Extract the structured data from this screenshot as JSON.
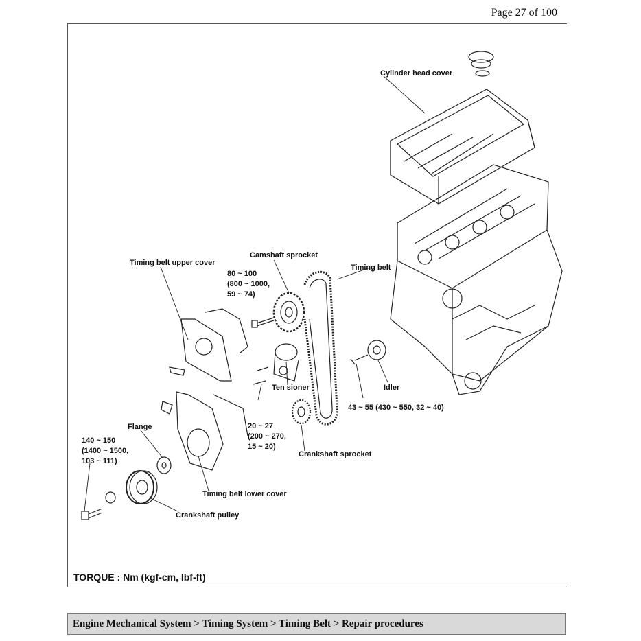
{
  "header": {
    "page_label": "Page 27 of 100"
  },
  "figure": {
    "labels": {
      "cylinder_head_cover": "Cylinder head cover",
      "timing_belt_upper_cover": "Timing belt upper cover",
      "camshaft_sprocket": "Camshaft sprocket",
      "timing_belt": "Timing belt",
      "tensioner": "Ten sioner",
      "idler": "Idler",
      "flange": "Flange",
      "crankshaft_sprocket": "Crankshaft sprocket",
      "timing_belt_lower_cover": "Timing belt lower cover",
      "crankshaft_pulley": "Crankshaft pulley"
    },
    "torque_specs": {
      "camshaft": [
        "80 ~ 100",
        "(800 ~ 1000,",
        "59 ~ 74)"
      ],
      "tensioner": [
        "20 ~ 27",
        "(200 ~ 270,",
        "15 ~ 20)"
      ],
      "idler": "43 ~ 55 (430 ~ 550, 32 ~ 40)",
      "crankshaft": [
        "140 ~ 150",
        "(1400 ~ 1500,",
        "103 ~ 111)"
      ]
    },
    "torque_caption": "TORQUE : Nm (kgf-cm, lbf-ft)"
  },
  "breadcrumb": "Engine Mechanical System > Timing System > Timing Belt > Repair procedures"
}
